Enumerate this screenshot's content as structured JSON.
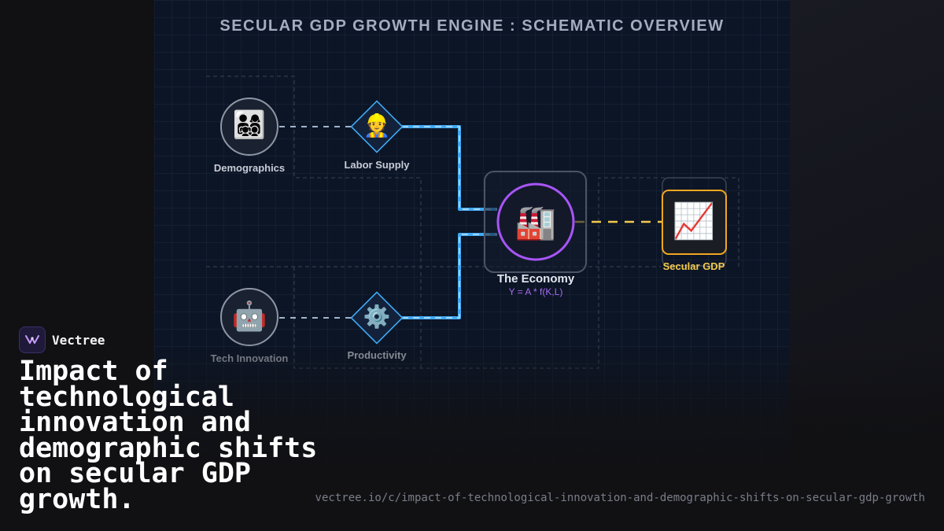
{
  "diagram": {
    "title": "SECULAR GDP GROWTH ENGINE : SCHEMATIC OVERVIEW",
    "nodes": {
      "demographics": {
        "label": "Demographics",
        "icon": "family-icon",
        "glyph": "👨‍👩‍👧‍👦"
      },
      "labor_supply": {
        "label": "Labor Supply",
        "icon": "construction-worker-icon",
        "glyph": "👷"
      },
      "tech_innovation": {
        "label": "Tech Innovation",
        "icon": "robot-icon",
        "glyph": "🤖"
      },
      "productivity": {
        "label": "Productivity",
        "icon": "gear-icon",
        "glyph": "⚙️"
      },
      "economy": {
        "label": "The Economy",
        "formula": "Y = A * f(K,L)",
        "icon": "factory-icon",
        "glyph": "🏭"
      },
      "secular_gdp": {
        "label": "Secular GDP",
        "icon": "chart-increasing-icon",
        "glyph": "📈"
      }
    },
    "colors": {
      "flow": "#3fa9f5",
      "economy_ring": "#a855f7",
      "gdp_border": "#f0a820",
      "gdp_link": "#f2c94c",
      "input_link": "#9fb4cc"
    }
  },
  "brand": {
    "name": "Vectree"
  },
  "headline": "Impact of technological innovation and demographic shifts on secular GDP growth.",
  "url": "vectree.io/c/impact-of-technological-innovation-and-demographic-shifts-on-secular-gdp-growth"
}
